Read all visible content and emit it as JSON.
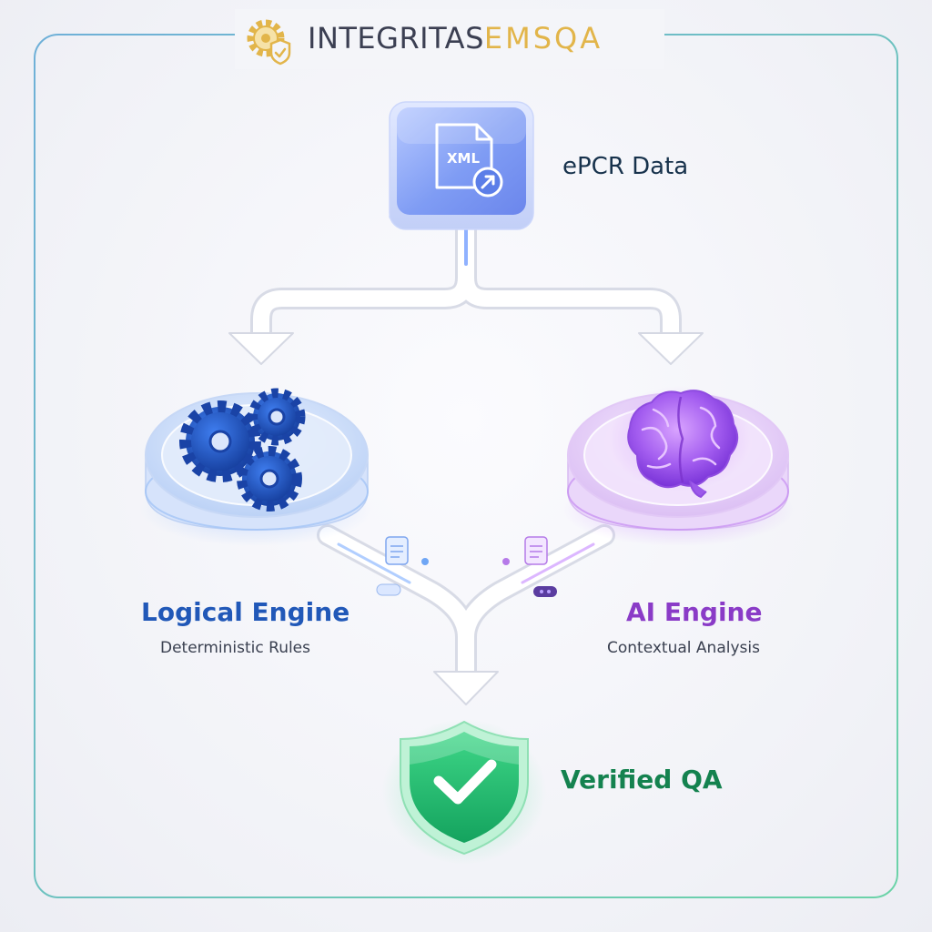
{
  "brand": {
    "part_a": "INTEGRITAS",
    "part_b": "EMSQA"
  },
  "input_node": {
    "icon_text": "XML",
    "label": "ePCR Data",
    "icon": "xml-file-export-icon"
  },
  "logical_engine": {
    "title": "Logical Engine",
    "subtitle": "Deterministic Rules",
    "icon": "gears-icon"
  },
  "ai_engine": {
    "title": "AI Engine",
    "subtitle": "Contextual Analysis",
    "icon": "brain-icon"
  },
  "output_node": {
    "label": "Verified QA",
    "icon": "shield-check-icon"
  },
  "colors": {
    "frame_gradient_start": "#6fb0d8",
    "frame_gradient_end": "#6cd3a8",
    "logical_accent": "#2158b8",
    "ai_accent": "#8a3bc7",
    "verified_accent": "#14824f",
    "brand_gold": "#e2b54a"
  }
}
